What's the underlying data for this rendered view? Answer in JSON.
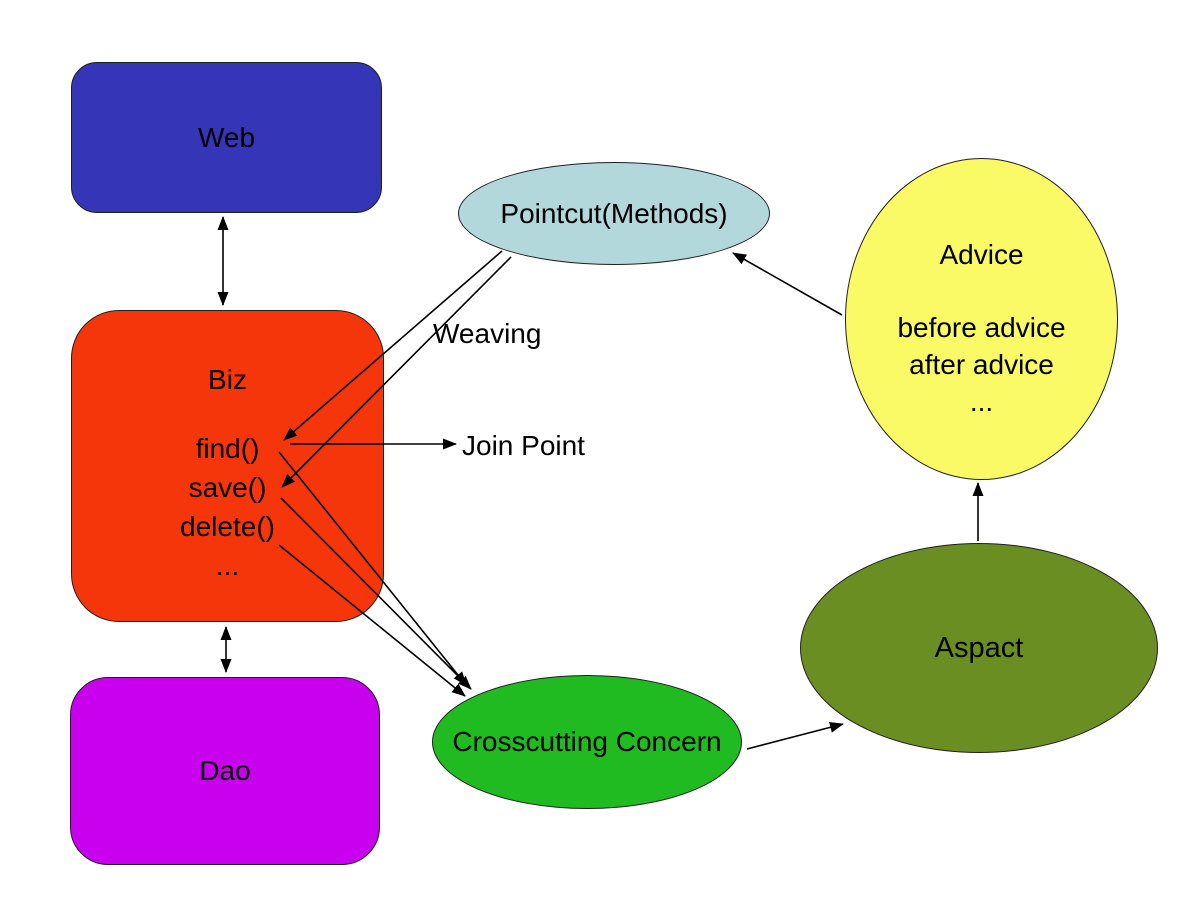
{
  "diagram": {
    "background_color": "#ffffff",
    "line_color": "#000000",
    "nodes": {
      "web": {
        "label": "Web",
        "color": "#3535b8"
      },
      "biz": {
        "title": "Biz",
        "methods": [
          "find()",
          "save()",
          "delete()",
          "..."
        ],
        "color": "#f5360a"
      },
      "dao": {
        "label": "Dao",
        "color": "#c800ee"
      },
      "pointcut": {
        "label": "Pointcut(Methods)",
        "color": "#b2d8dc"
      },
      "advice": {
        "title": "Advice",
        "lines": [
          "before advice",
          "after advice",
          "..."
        ],
        "color": "#fafa66"
      },
      "crosscutting": {
        "label": "Crosscutting Concern",
        "color": "#1fbb21"
      },
      "aspect": {
        "label": "Aspact",
        "color": "#6b8e23"
      }
    },
    "labels": {
      "weaving": "Weaving",
      "join_point": "Join Point"
    }
  }
}
